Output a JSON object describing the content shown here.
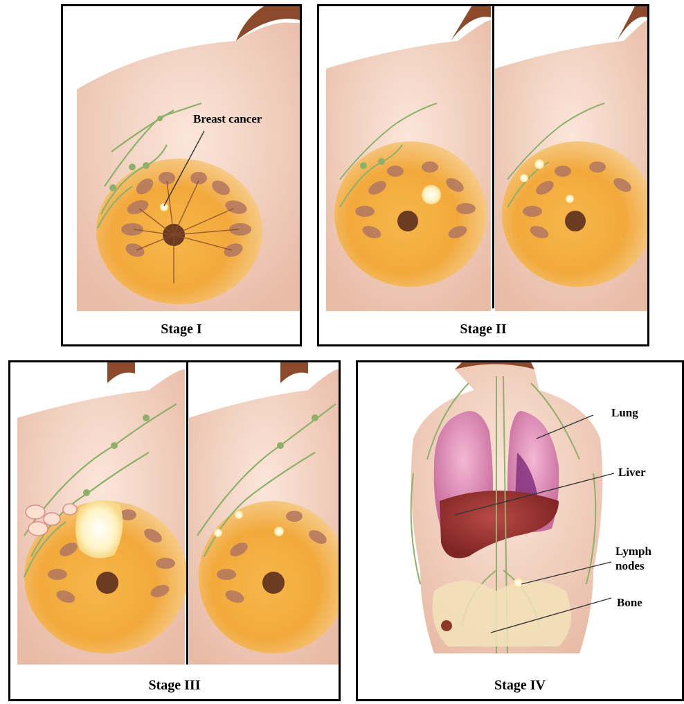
{
  "panels": {
    "stage1": {
      "label": "Stage I",
      "callout": "Breast cancer"
    },
    "stage2": {
      "label": "Stage II"
    },
    "stage3": {
      "label": "Stage III"
    },
    "stage4": {
      "label": "Stage IV",
      "callouts": {
        "lung": "Lung",
        "liver": "Liver",
        "lymph_line1": "Lymph",
        "lymph_line2": "nodes",
        "bone": "Bone"
      }
    }
  },
  "colors": {
    "skin": "#f3d3c2",
    "hair": "#8b4a2b",
    "breast": "#f0a12e",
    "lobule": "#b57a60",
    "lymph": "#8fb06a",
    "tumor": "#fff3c4",
    "lung": "#d98db5",
    "liver": "#9b2f2f",
    "bone": "#f2e2b8"
  }
}
